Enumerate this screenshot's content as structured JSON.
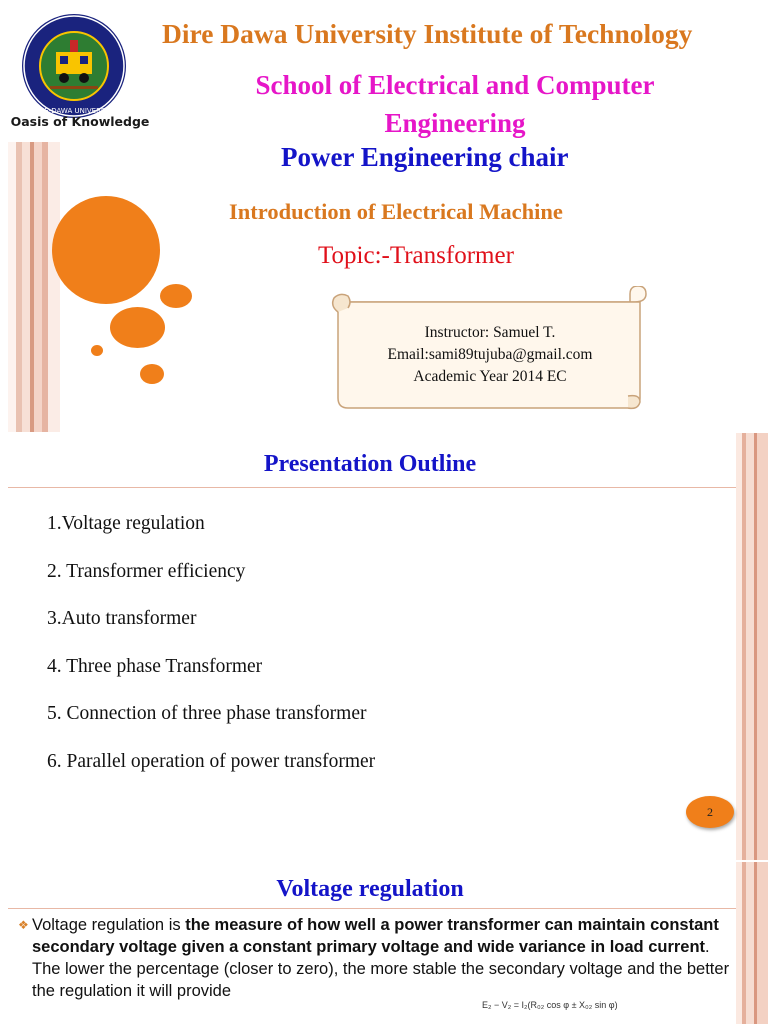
{
  "title_slide": {
    "logo_motto": "Oasis of Knowledge",
    "university": "Dire Dawa University Institute of Technology",
    "school_line1": "School of Electrical and Computer",
    "school_line2": "Engineering",
    "chair": "Power Engineering chair",
    "course": "Introduction of Electrical Machine",
    "topic": "Topic:-Transformer",
    "instructor": "Instructor: Samuel T.",
    "email": "Email:sami89tujuba@gmail.com",
    "academic_year": "Academic Year 2014 EC",
    "colors": {
      "university": "#d9781f",
      "school": "#e616c8",
      "chair": "#1414c8",
      "course": "#d9781f",
      "topic": "#e0101a",
      "accent": "#f07f1a"
    }
  },
  "outline_slide": {
    "title": "Presentation Outline",
    "items": [
      "1.Voltage regulation",
      "2. Transformer efficiency",
      "3.Auto transformer",
      "4. Three phase Transformer",
      "5. Connection of three phase transformer",
      "6. Parallel operation of power transformer"
    ],
    "page_number": "2"
  },
  "voltage_slide": {
    "title": "Voltage regulation",
    "para_intro": "Voltage regulation is ",
    "para_bold": "the measure of how well a power transformer can maintain constant secondary voltage given a constant primary voltage and wide variance in load current",
    "para_rest": ". The lower the percentage (closer to zero), the more stable the secondary voltage and the better the regulation it will provide",
    "formula": "E₂ − V₂ = I₂(R₀₂ cos φ ± X₀₂ sin φ)"
  }
}
